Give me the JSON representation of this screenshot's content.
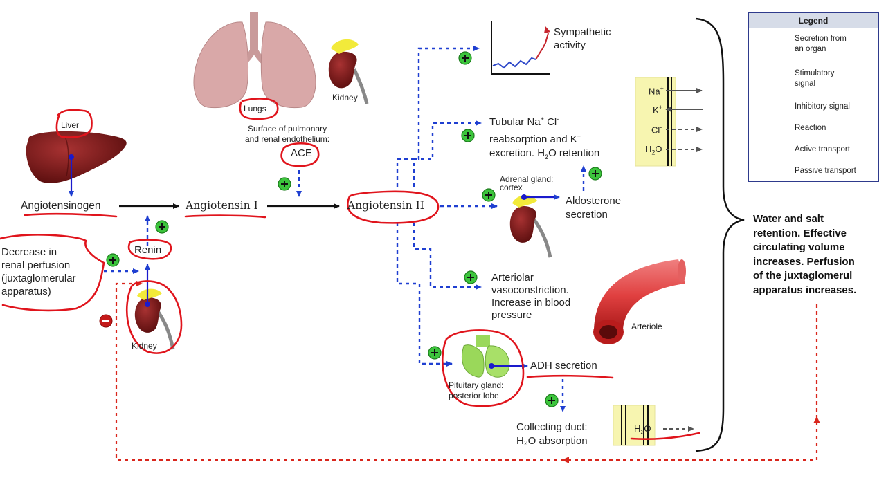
{
  "legend": {
    "title": "Legend",
    "items": [
      {
        "label": "Secretion from an organ",
        "line1": "Secretion from",
        "line2": "an organ"
      },
      {
        "label": "Stimulatory signal",
        "line1": "Stimulatory",
        "line2": "signal"
      },
      {
        "label": "Inhibitory signal",
        "line1": "Inhibitory signal",
        "line2": ""
      },
      {
        "label": "Reaction",
        "line1": "Reaction",
        "line2": ""
      },
      {
        "label": "Active transport",
        "line1": "Active transport",
        "line2": ""
      },
      {
        "label": "Passive transport",
        "line1": "Passive transport",
        "line2": ""
      }
    ]
  },
  "organs": {
    "liver": "Liver",
    "lungs": "Lungs",
    "kidney_top": "Kidney",
    "kidney_left": "Kidney",
    "adrenal": [
      "Adrenal gland:",
      "cortex"
    ],
    "arteriole": "Arteriole",
    "pituitary": [
      "Pituitary gland:",
      "posterior lobe"
    ]
  },
  "nodes": {
    "angiotensinogen": "Angiotensinogen",
    "angiotensin1": "Angiotensin I",
    "angiotensin2": "Angiotensin II",
    "renin": "Renin",
    "ace": "ACE",
    "ace_site": [
      "Surface of pulmonary",
      "and renal endothelium:"
    ],
    "trigger": [
      "Decrease in",
      "renal perfusion",
      "(juxtaglomerular",
      "apparatus)"
    ]
  },
  "effects": {
    "sympathetic": [
      "Sympathetic",
      "activity"
    ],
    "tubular": {
      "line1_a": "Tubular Na",
      "line1_b": "+",
      "line1_c": " Cl",
      "line1_d": "-",
      "line2_a": "reabsorption and K",
      "line2_b": "+",
      "line3_a": "excretion. H",
      "line3_b": "2",
      "line3_c": "O retention"
    },
    "aldosterone": [
      "Aldosterone",
      "secretion"
    ],
    "arteriolar": [
      "Arteriolar",
      "vasoconstriction.",
      "Increase in blood",
      "pressure"
    ],
    "adh": "ADH secretion",
    "collecting": [
      "Collecting duct:",
      "H₂O absorption"
    ]
  },
  "transport": {
    "ions": [
      {
        "ion": "Na",
        "sup": "+"
      },
      {
        "ion": "K",
        "sup": "+"
      },
      {
        "ion": "Cl",
        "sup": "-"
      },
      {
        "ion": "H",
        "sub": "2",
        "rest": "O"
      }
    ],
    "duct_water": {
      "ion": "H",
      "sub": "2",
      "rest": "O"
    }
  },
  "outcome": [
    "Water and salt",
    "retention. Effective",
    "circulating volume",
    "increases. Perfusion",
    "of the juxtaglomerul",
    "apparatus increases."
  ],
  "colors": {
    "secretion": "#1a1acc",
    "stimulatory": "#1f3fd1",
    "inhibitory": "#d9261c",
    "reaction": "#111111",
    "annotation": "#e0141c",
    "plus_fill": "#3cc43c",
    "minus_fill": "#c41a1a",
    "yellow_panel": "#f7f5b0",
    "organ_red": "#7d1818",
    "lung_pink": "#d9a8a8",
    "gland_green": "#9ad85a"
  }
}
